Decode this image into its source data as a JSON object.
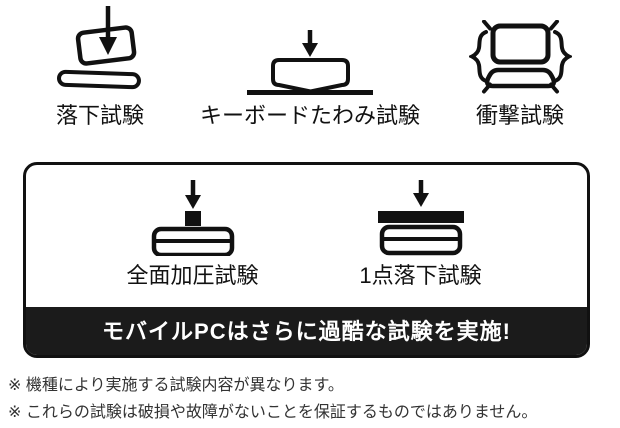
{
  "colors": {
    "background": "#ffffff",
    "ink": "#111111",
    "banner_bg": "#1b1b1b",
    "banner_text": "#ffffff",
    "note_text": "#333333"
  },
  "top_tests": [
    {
      "label": "落下試験",
      "icon": "falling-laptop-icon"
    },
    {
      "label": "キーボードたわみ試験",
      "icon": "keyboard-flex-icon"
    },
    {
      "label": "衝撃試験",
      "icon": "shock-laptop-icon"
    }
  ],
  "mobile_box": {
    "tests": [
      {
        "label": "全面加圧試験",
        "icon": "pressure-weight-closed-laptop-icon"
      },
      {
        "label": "1点落下試験",
        "icon": "plate-drop-closed-laptop-icon"
      }
    ],
    "banner": "モバイルPCはさらに過酷な試験を実施!"
  },
  "footnotes": [
    "※ 機種により実施する試験内容が異なります。",
    "※ これらの試験は破損や故障がないことを保証するものではありません。"
  ]
}
